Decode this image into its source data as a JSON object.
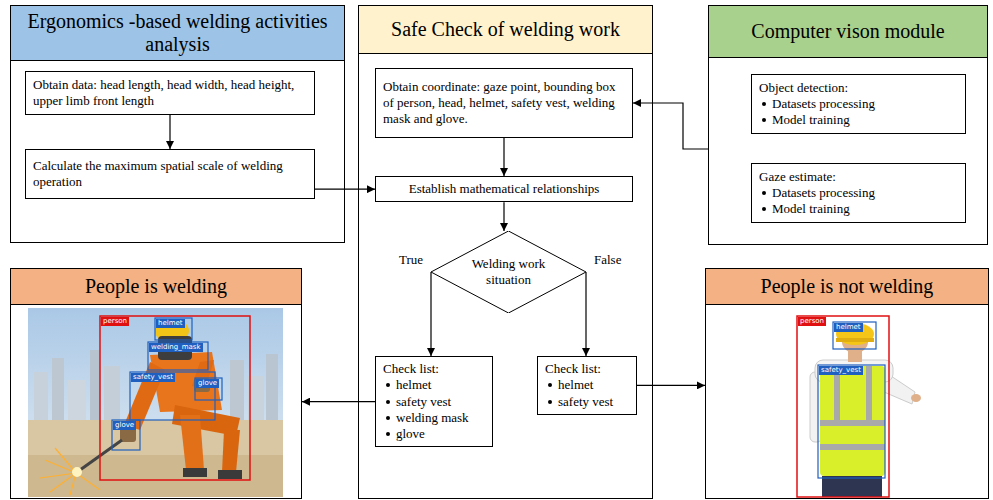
{
  "diagram": {
    "nodes": [
      {
        "text": [
          "Ergonomics -based welding activities analysis"
        ]
      },
      {
        "text": [
          "Obtain data: head length, head width, head height, upper limb front length"
        ],
        "in": 0
      },
      {
        "text": [
          "Calculate the maximum spatial scale of welding operation"
        ],
        "in": 0
      },
      {
        "text": [
          "Safe Check of welding work"
        ]
      },
      {
        "text": [
          "Obtain coordinate: gaze point, bounding box of person, head, helmet, safety vest, welding mask and glove."
        ],
        "in": 3
      },
      {
        "text": [
          "Establish mathematical relationships"
        ],
        "in": 3
      },
      {
        "text": [
          "Welding work situation"
        ],
        "in": 3
      },
      {
        "text": [
          "Check list:",
          "helmet",
          "safety vest",
          "welding mask",
          "glove"
        ],
        "in": 3
      },
      {
        "text": [
          "Check list:",
          "helmet",
          "safety vest"
        ],
        "in": 3
      },
      {
        "text": [
          "Computer vison module"
        ]
      },
      {
        "text": [
          "Object detection:",
          "Datasets processing",
          "Model training"
        ],
        "in": 9
      },
      {
        "text": [
          "Gaze estimate:",
          "Datasets processing",
          "Model training"
        ],
        "in": 9
      },
      {
        "text": [
          "People is welding"
        ]
      },
      {
        "text": [
          "People is not welding"
        ]
      }
    ],
    "edges": [
      {
        "from": 1,
        "to": 2,
        "arrow": "to"
      },
      {
        "from": 2,
        "to": 5,
        "arrow": "to"
      },
      {
        "from": 4,
        "to": 5,
        "arrow": "to"
      },
      {
        "from": 9,
        "to": 4,
        "arrow": "to"
      },
      {
        "from": 5,
        "to": 6,
        "arrow": "to"
      },
      {
        "from": 6,
        "to": 7,
        "label": "True",
        "arrow": "to"
      },
      {
        "from": 6,
        "to": 8,
        "label": "False",
        "arrow": "to"
      },
      {
        "from": 7,
        "to": 12,
        "arrow": "to"
      },
      {
        "from": 8,
        "to": 13,
        "arrow": "to"
      }
    ],
    "labels": [
      "person",
      "helmet",
      "welding_mask",
      "safety_vest",
      "glove",
      "glove",
      "person",
      "helmet",
      "safety_vest"
    ]
  }
}
